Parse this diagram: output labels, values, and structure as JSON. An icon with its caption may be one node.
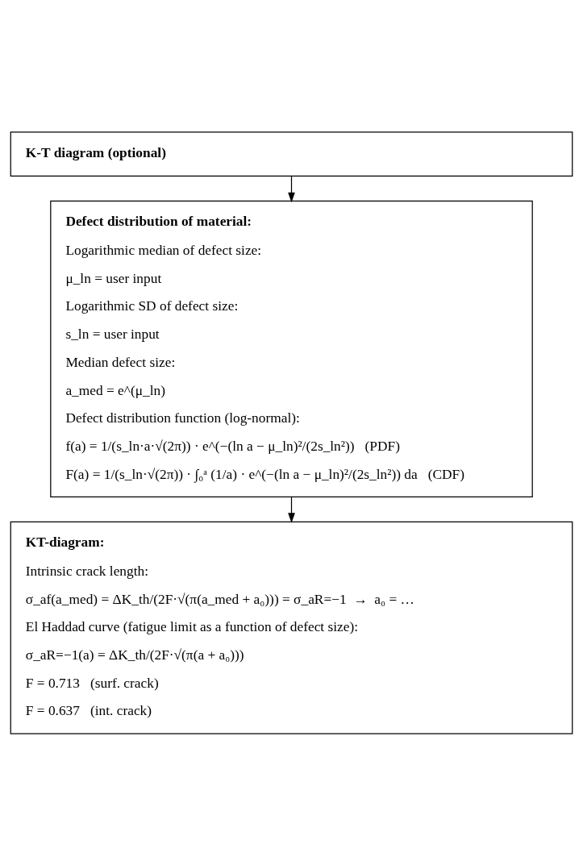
{
  "diagram": {
    "nodes": [
      {
        "text": [
          "K-T diagram (optional)"
        ]
      },
      {
        "text": [
          "Defect distribution of material:",
          "Logarithmic median of defect size:",
          "μ_ln = user input",
          "Logarithmic SD of defect size:",
          "s_ln = user input",
          "Median defect size:",
          "a_med = e^(μ_ln)",
          "Defect distribution function (log-normal):",
          "f(a) = 1/(s_ln·a·√(2π)) · e^(−(ln a − μ_ln)²/(2s_ln²))   (PDF)",
          "F(a) = 1/(s_ln·√(2π)) · ∫₀ᵃ (1/a) · e^(−(ln a − μ_ln)²/(2s_ln²)) da   (CDF)"
        ]
      },
      {
        "text": [
          "KT-diagram:",
          "Intrinsic crack length:",
          "σ_af(a_med) = ΔK_th/(2F·√(π(a_med + a₀))) = σ_aR=−1  →  a₀ = …",
          "El Haddad curve (fatigue limit as a function of defect size):",
          "σ_aR=−1(a) = ΔK_th/(2F·√(π(a + a₀)))",
          "F = 0.713   (surf. crack)",
          "F = 0.637   (int. crack)"
        ]
      }
    ],
    "edges": [
      {
        "from": 0,
        "to": 1,
        "arrow": "to"
      },
      {
        "from": 1,
        "to": 2,
        "arrow": "to"
      }
    ]
  }
}
